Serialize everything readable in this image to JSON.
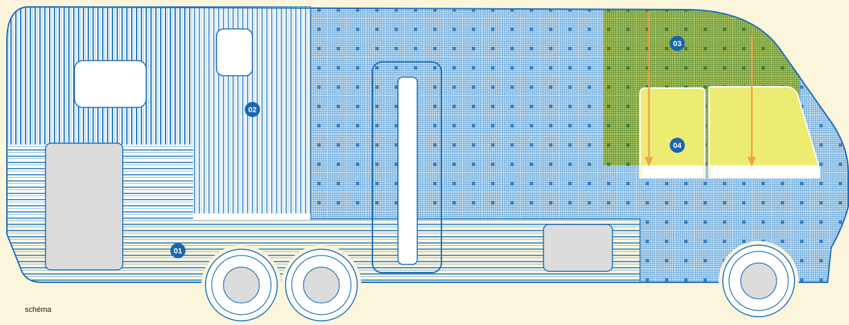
{
  "caption": "schéma",
  "zones": [
    {
      "id": "zone-01",
      "label": "01"
    },
    {
      "id": "zone-02",
      "label": "02"
    },
    {
      "id": "zone-03",
      "label": "03"
    },
    {
      "id": "zone-04",
      "label": "04"
    }
  ],
  "colors": {
    "background": "#fbf5dc",
    "stripe_blue": "#2b7fc4",
    "outline_blue": "#1f6fb6",
    "badge_blue": "#1a66ad",
    "roof_green": "#6a9a2a",
    "windshield_yellow": "#ecec72",
    "arrow_orange": "#f5a04a",
    "window_gray": "#dcdcdc"
  }
}
